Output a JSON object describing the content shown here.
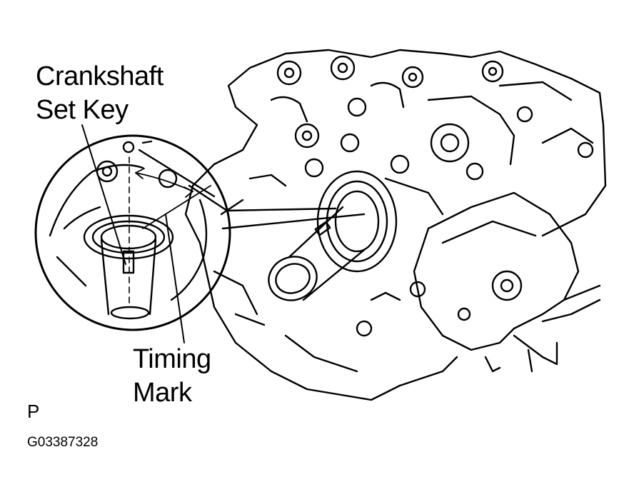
{
  "labels": {
    "crankshaft_line1": "Crankshaft",
    "crankshaft_line2": "Set Key",
    "timing_line1": "Timing",
    "timing_line2": "Mark",
    "corner_mark": "P",
    "figure_code": "G03387328"
  },
  "colors": {
    "ink": "#000000",
    "paper": "#ffffff"
  }
}
